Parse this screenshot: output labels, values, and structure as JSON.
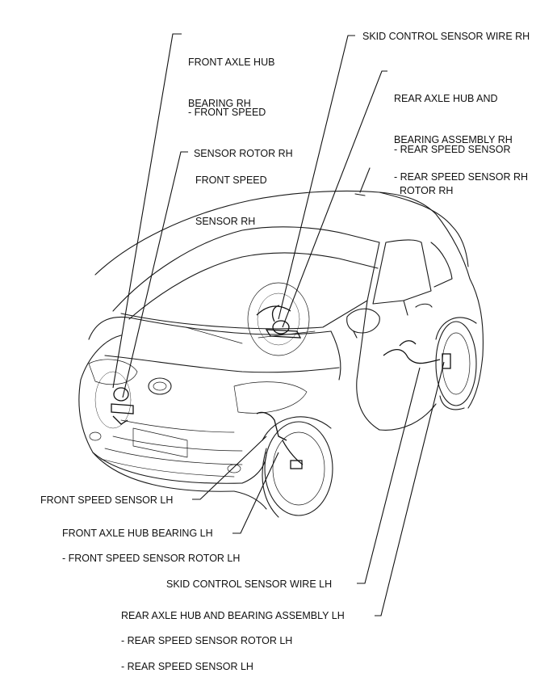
{
  "diagram": {
    "labels": {
      "front_axle_hub_bearing_rh": [
        "FRONT AXLE HUB",
        "BEARING RH"
      ],
      "front_speed_sensor_rotor_rh": [
        "- FRONT SPEED",
        "  SENSOR ROTOR RH"
      ],
      "front_speed_sensor_rh": [
        "FRONT SPEED",
        "SENSOR RH"
      ],
      "skid_control_sensor_wire_rh": "SKID CONTROL SENSOR WIRE RH",
      "rear_axle_hub_bearing_assembly_rh": [
        "REAR AXLE HUB AND",
        "BEARING ASSEMBLY RH"
      ],
      "rear_speed_sensor_rotor_rh": [
        "- REAR SPEED SENSOR",
        "  ROTOR RH"
      ],
      "rear_speed_sensor_rh": "- REAR SPEED SENSOR RH",
      "front_speed_sensor_lh": "FRONT SPEED SENSOR LH",
      "front_axle_hub_bearing_lh": "FRONT AXLE HUB BEARING LH",
      "front_speed_sensor_rotor_lh": "- FRONT SPEED SENSOR ROTOR LH",
      "skid_control_sensor_wire_lh": "SKID CONTROL SENSOR WIRE LH",
      "rear_axle_hub_bearing_assembly_lh": "REAR AXLE HUB AND BEARING ASSEMBLY LH",
      "rear_speed_sensor_rotor_lh": "- REAR SPEED SENSOR ROTOR LH",
      "rear_speed_sensor_lh": "- REAR SPEED SENSOR LH"
    }
  }
}
